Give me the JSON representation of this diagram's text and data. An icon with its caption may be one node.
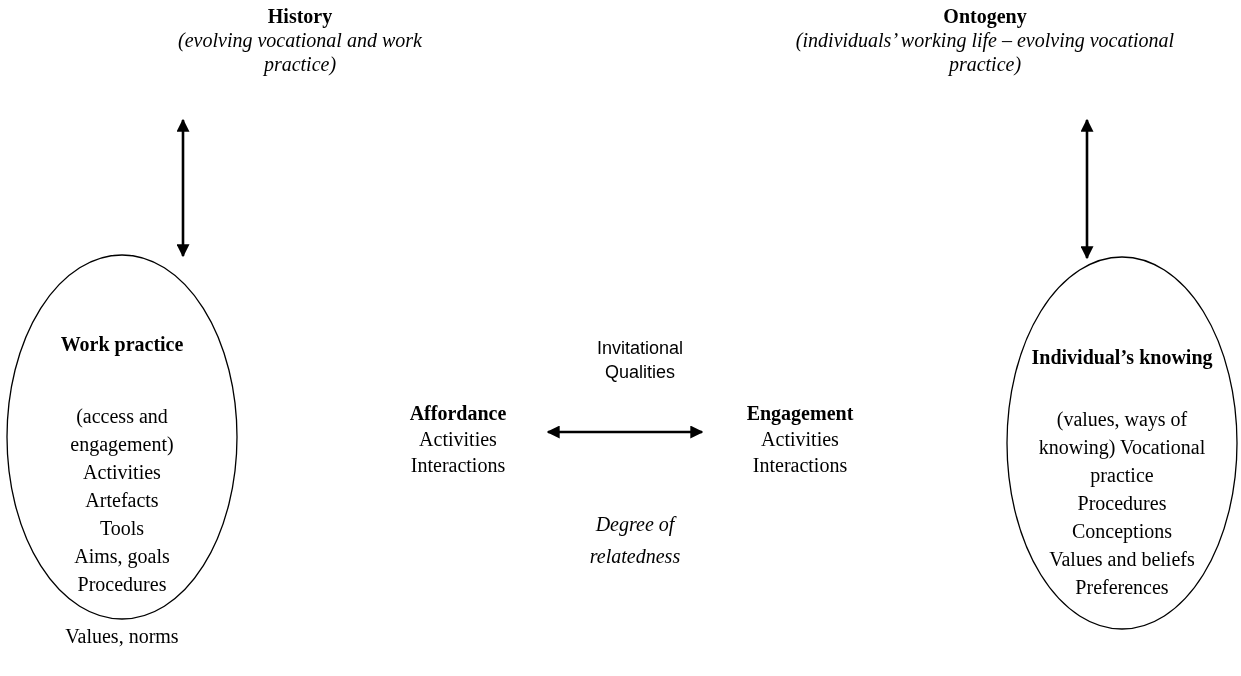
{
  "diagram": {
    "nodes": [
      {
        "text": [
          "History",
          "(evolving vocational and work practice)"
        ]
      },
      {
        "text": [
          "Ontogeny",
          "(individuals’ working life – evolving vocational practice)"
        ]
      },
      {
        "text": [
          "Work practice",
          "(access and engagement)",
          "Activities",
          "Artefacts",
          "Tools",
          "Aims, goals",
          "Procedures",
          "Values, norms"
        ]
      },
      {
        "text": [
          "Affordance",
          "Activities",
          "Interactions"
        ]
      },
      {
        "text": [
          "Engagement",
          "Activities",
          "Interactions"
        ]
      },
      {
        "text": [
          "Individual’s knowing",
          "(values, ways of knowing) Vocational practice",
          "Procedures",
          "Conceptions",
          "Values and beliefs",
          "Preferences"
        ]
      }
    ],
    "edges": [
      {
        "from": 0,
        "to": 2,
        "arrow": "both"
      },
      {
        "from": 1,
        "to": 5,
        "arrow": "both"
      },
      {
        "from": 3,
        "to": 4,
        "arrow": "both"
      }
    ],
    "labels": [
      "Invitational Qualities",
      "Degree of relatedness"
    ]
  }
}
